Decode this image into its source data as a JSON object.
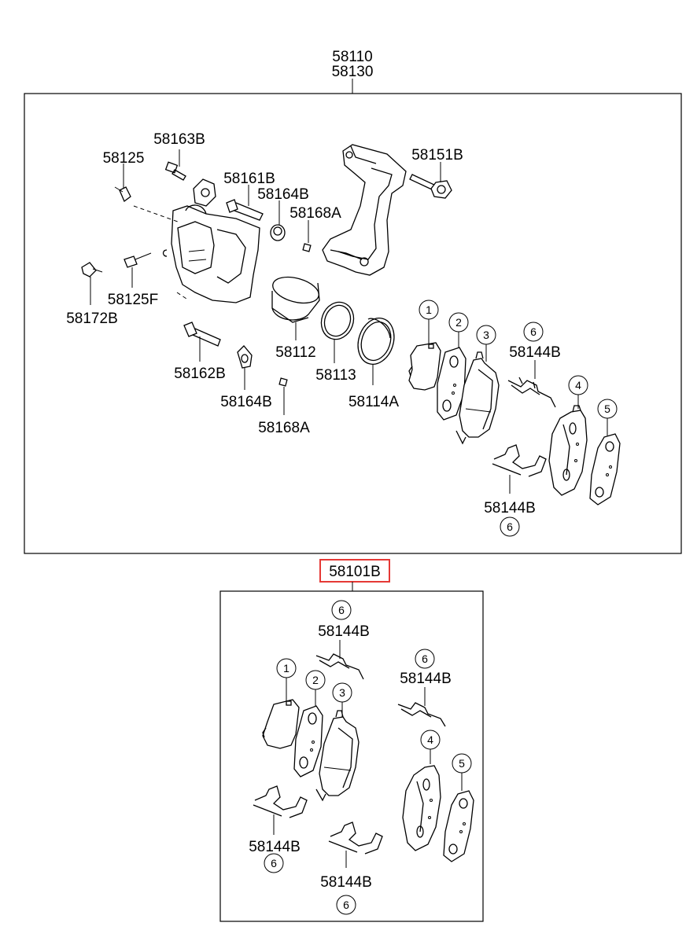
{
  "assembly": {
    "part_top": "58110",
    "part_bottom": "58130"
  },
  "upper_labels": {
    "p58163B": "58163B",
    "p58125": "58125",
    "p58161B": "58161B",
    "p58164B_top": "58164B",
    "p58168A_top": "58168A",
    "p58151B": "58151B",
    "p58172B": "58172B",
    "p58125F": "58125F",
    "p58112": "58112",
    "p58113": "58113",
    "p58114A": "58114A",
    "p58162B": "58162B",
    "p58164B_bot": "58164B",
    "p58168A_bot": "58168A",
    "p58144B_right": "58144B",
    "p58144B_low": "58144B"
  },
  "kit": {
    "part_number": "58101B",
    "highlight_color": "#e53935",
    "labels": {
      "top": "58144B",
      "right": "58144B",
      "left_low": "58144B",
      "bottom": "58144B"
    }
  },
  "callouts": {
    "c1": "1",
    "c2": "2",
    "c3": "3",
    "c4": "4",
    "c5": "5",
    "c6": "6"
  }
}
